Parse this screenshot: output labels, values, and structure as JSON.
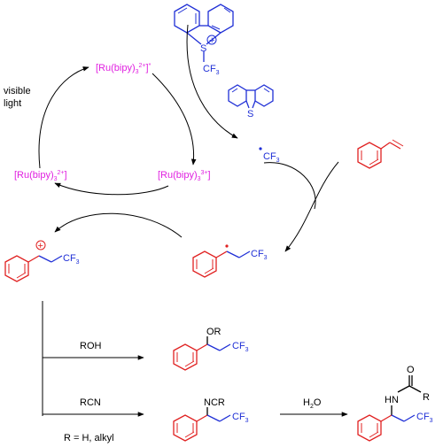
{
  "colors": {
    "catalyst": "#e020e0",
    "fragment_blue": "#1f2fd6",
    "fragment_red": "#e02020",
    "arrow": "#000000"
  },
  "labels": {
    "visible": "visible",
    "light": "light",
    "ru": "[Ru(bipy)",
    "sub3": "3",
    "ru_excited_sup": "2+",
    "ru_excited_star": "*",
    "ru_ox_sup": "3+",
    "ru_red_sup": "2+",
    "close": "]",
    "sulfur": "S",
    "plus": "+",
    "cf": "CF",
    "cf_sub": "3",
    "roh": "ROH",
    "rcn": "RCN",
    "water_h": "H",
    "water_sub": "2",
    "water_o": "O",
    "or_group": "OR",
    "ncr_group": "NCR",
    "carbonyl_o": "O",
    "amide_r": "R",
    "amide_hn": "HN",
    "r_def": "R = H, alkyl"
  }
}
